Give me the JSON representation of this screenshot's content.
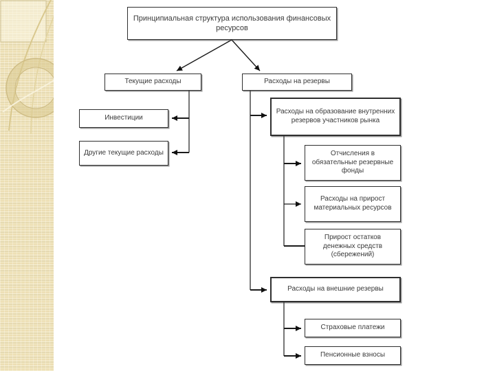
{
  "diagram": {
    "title": "Принципиальная структура использования финансовых ресурсов",
    "nodes": {
      "current_expenses": {
        "label": "Текущие расходы"
      },
      "reserve_expenses": {
        "label": "Расходы на резервы"
      },
      "investments": {
        "label": "Инвестиции"
      },
      "other_current_expenses": {
        "label": "Другие текущие расходы"
      },
      "internal_reserves": {
        "label": "Расходы на образование внутренних резервов участников рынка"
      },
      "mandatory_reserve_funds": {
        "label": "Отчисления в обязательные резервные фонды"
      },
      "material_resources_growth": {
        "label": "Расходы на прирост материальных ресурсов"
      },
      "cash_balances_growth": {
        "label": "Прирост остатков денежных средств (сбережений)"
      },
      "external_reserves": {
        "label": "Расходы на внешние резервы"
      },
      "insurance_payments": {
        "label": "Страховые платежи"
      },
      "pension_contributions": {
        "label": "Пенсионные взносы"
      }
    },
    "colors": {
      "box_border": "#2e2e2e",
      "box_fill": "#ffffff",
      "text": "#3a3a3a",
      "line": "#1a1a1a",
      "sidebar_base": "#efe4bf",
      "sidebar_stripe": "#e6dab2",
      "sidebar_accent": "#d9c88e"
    }
  }
}
